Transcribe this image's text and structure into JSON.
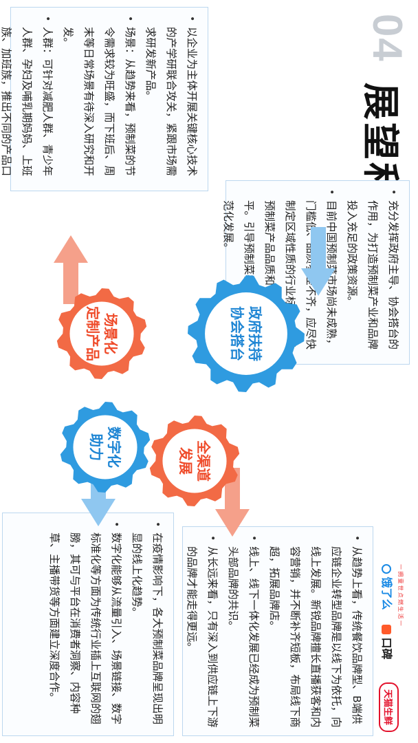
{
  "title": {
    "number": "04",
    "text": "展望和建议"
  },
  "brands": {
    "tagline": "一 拥 童 世 点 燃 生 活 一",
    "logo1": "饿了么",
    "logo2": "口碑",
    "logo3": "天猫生鲜"
  },
  "gears": {
    "gov": {
      "line1": "政府扶持",
      "line2": "协会搭台"
    },
    "channel": {
      "line1": "全渠道",
      "line2": "发展"
    },
    "scene": {
      "line1": "场景化",
      "line2": "定制产品"
    },
    "digital": {
      "line1": "数字化",
      "line2": "助力"
    }
  },
  "box_gov": {
    "items": [
      "充分发挥政府主导、协会搭台的作用，为打造预制菜产业和品牌投入充足的政策资源。",
      "目前中国预制菜市场尚未成熟，门槛低、品质参差不齐，应尽快制定区域性质的行业标准，提升预制菜产品品质和食品安全水平。引导预制菜行业标准化、规范化发展。"
    ]
  },
  "box_scene": {
    "items": [
      "以企业为主体开展关键核心技术的产学研联合攻关，紧跟市场需求研发新产品。",
      "场景：从趋势来看，预制菜的节令需求较为旺盛，而下班后、周末等日常场景有待深入研究和开发。",
      "人群：可针对减肥人群、青少年人群、孕妇及哺乳期妈妈、上班族、加班族，推出不同的产品口味、营养需求、功能性服务。"
    ]
  },
  "box_channel": {
    "items": [
      "从趋势上看，传统餐饮品牌型、B端供应链企业转型品牌是以线下为依托，向线上发展。新锐品牌擅长直播获客和内容营销，并不断补齐短板，布局线下商超，拓展品牌店。",
      "线上、线下一体化发展已经成为预制菜头部品牌的共识。",
      "从长远来看，只有深入到供应链上下游的品牌才能走得更远。"
    ]
  },
  "box_digital": {
    "items": [
      "在疫情影响下，各大预制菜品牌呈现出明显的线上化趋势。",
      "数字化能够从流量引入、场景链接、数字标准化等方面为传统行业插上互联网的翅膀，其可与平台在消费者洞察、内容种草、主播带货等方面建立深度合作。"
    ]
  },
  "colors": {
    "blue": "#2f9be0",
    "orange": "#f26a45",
    "box_border": "#bcd7ef"
  }
}
